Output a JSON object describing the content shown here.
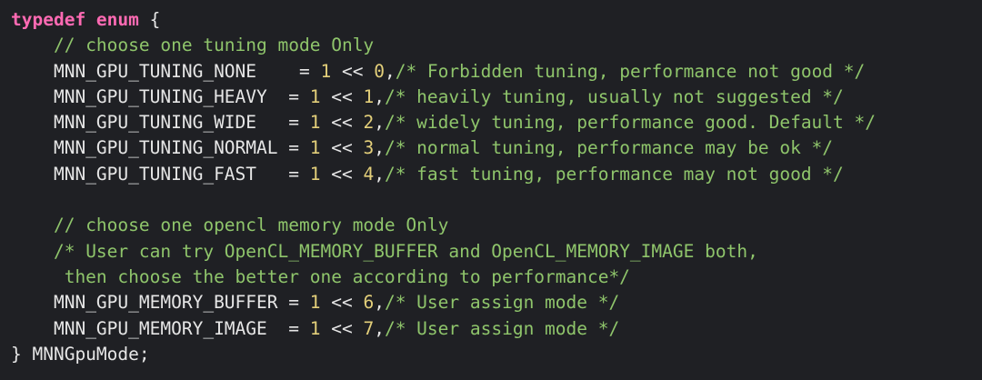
{
  "editor": {
    "theme_colors": {
      "background": "#1f2024",
      "keyword": "#ff6ab3",
      "comment": "#8fc56b",
      "number": "#e3cf7a",
      "text": "#e6e6e6"
    },
    "lines": [
      {
        "segments": [
          {
            "t": "kw",
            "v": "typedef enum"
          },
          {
            "t": "op",
            "v": " {"
          }
        ]
      },
      {
        "segments": [
          {
            "t": "op",
            "v": "    "
          },
          {
            "t": "cm",
            "v": "// choose one tuning mode Only"
          }
        ]
      },
      {
        "segments": [
          {
            "t": "op",
            "v": "    "
          },
          {
            "t": "id",
            "v": "MNN_GPU_TUNING_NONE    "
          },
          {
            "t": "op",
            "v": "= "
          },
          {
            "t": "num",
            "v": "1"
          },
          {
            "t": "op",
            "v": " << "
          },
          {
            "t": "num",
            "v": "0"
          },
          {
            "t": "op",
            "v": ","
          },
          {
            "t": "cm",
            "v": "/* Forbidden tuning, performance not good */"
          }
        ]
      },
      {
        "segments": [
          {
            "t": "op",
            "v": "    "
          },
          {
            "t": "id",
            "v": "MNN_GPU_TUNING_HEAVY  "
          },
          {
            "t": "op",
            "v": "= "
          },
          {
            "t": "num",
            "v": "1"
          },
          {
            "t": "op",
            "v": " << "
          },
          {
            "t": "num",
            "v": "1"
          },
          {
            "t": "op",
            "v": ","
          },
          {
            "t": "cm",
            "v": "/* heavily tuning, usually not suggested */"
          }
        ]
      },
      {
        "segments": [
          {
            "t": "op",
            "v": "    "
          },
          {
            "t": "id",
            "v": "MNN_GPU_TUNING_WIDE   "
          },
          {
            "t": "op",
            "v": "= "
          },
          {
            "t": "num",
            "v": "1"
          },
          {
            "t": "op",
            "v": " << "
          },
          {
            "t": "num",
            "v": "2"
          },
          {
            "t": "op",
            "v": ","
          },
          {
            "t": "cm",
            "v": "/* widely tuning, performance good. Default */"
          }
        ]
      },
      {
        "segments": [
          {
            "t": "op",
            "v": "    "
          },
          {
            "t": "id",
            "v": "MNN_GPU_TUNING_NORMAL "
          },
          {
            "t": "op",
            "v": "= "
          },
          {
            "t": "num",
            "v": "1"
          },
          {
            "t": "op",
            "v": " << "
          },
          {
            "t": "num",
            "v": "3"
          },
          {
            "t": "op",
            "v": ","
          },
          {
            "t": "cm",
            "v": "/* normal tuning, performance may be ok */"
          }
        ]
      },
      {
        "segments": [
          {
            "t": "op",
            "v": "    "
          },
          {
            "t": "id",
            "v": "MNN_GPU_TUNING_FAST   "
          },
          {
            "t": "op",
            "v": "= "
          },
          {
            "t": "num",
            "v": "1"
          },
          {
            "t": "op",
            "v": " << "
          },
          {
            "t": "num",
            "v": "4"
          },
          {
            "t": "op",
            "v": ","
          },
          {
            "t": "cm",
            "v": "/* fast tuning, performance may not good */"
          }
        ]
      },
      {
        "segments": [
          {
            "t": "op",
            "v": ""
          }
        ]
      },
      {
        "segments": [
          {
            "t": "op",
            "v": "    "
          },
          {
            "t": "cm",
            "v": "// choose one opencl memory mode Only"
          }
        ]
      },
      {
        "segments": [
          {
            "t": "op",
            "v": "    "
          },
          {
            "t": "cm",
            "v": "/* User can try OpenCL_MEMORY_BUFFER and OpenCL_MEMORY_IMAGE both,"
          }
        ]
      },
      {
        "segments": [
          {
            "t": "op",
            "v": "     "
          },
          {
            "t": "cm",
            "v": "then choose the better one according to performance*/"
          }
        ]
      },
      {
        "segments": [
          {
            "t": "op",
            "v": "    "
          },
          {
            "t": "id",
            "v": "MNN_GPU_MEMORY_BUFFER "
          },
          {
            "t": "op",
            "v": "= "
          },
          {
            "t": "num",
            "v": "1"
          },
          {
            "t": "op",
            "v": " << "
          },
          {
            "t": "num",
            "v": "6"
          },
          {
            "t": "op",
            "v": ","
          },
          {
            "t": "cm",
            "v": "/* User assign mode */"
          }
        ]
      },
      {
        "segments": [
          {
            "t": "op",
            "v": "    "
          },
          {
            "t": "id",
            "v": "MNN_GPU_MEMORY_IMAGE  "
          },
          {
            "t": "op",
            "v": "= "
          },
          {
            "t": "num",
            "v": "1"
          },
          {
            "t": "op",
            "v": " << "
          },
          {
            "t": "num",
            "v": "7"
          },
          {
            "t": "op",
            "v": ","
          },
          {
            "t": "cm",
            "v": "/* User assign mode */"
          }
        ]
      },
      {
        "segments": [
          {
            "t": "op",
            "v": "} "
          },
          {
            "t": "id",
            "v": "MNNGpuMode;"
          }
        ]
      }
    ]
  }
}
